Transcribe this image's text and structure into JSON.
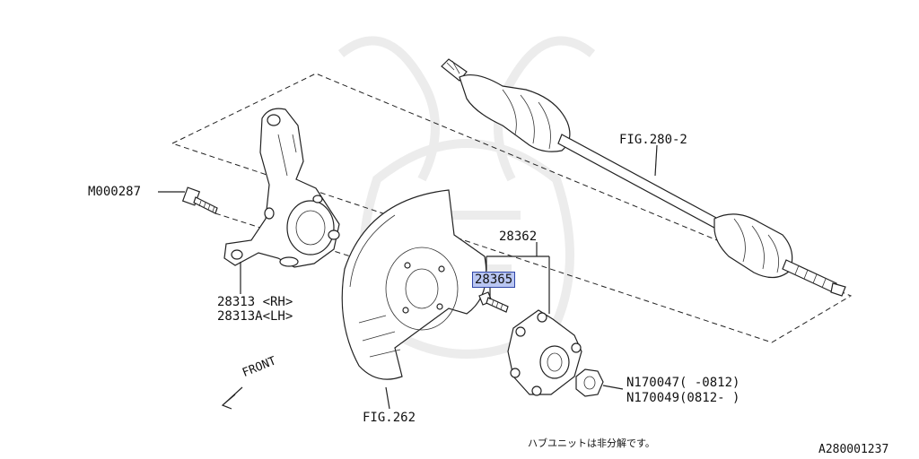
{
  "diagram": {
    "parts": {
      "bolt_m000287": "M000287",
      "knuckle_rh": "28313 <RH>",
      "knuckle_lh": "28313A<LH>",
      "hub_unit": "28362",
      "hub_bolt": "28365",
      "axle_shaft_ref": "FIG.280-2",
      "backing_plate_ref": "FIG.262",
      "nut_a": "N170047( -0812)",
      "nut_b": "N170049(0812- )"
    },
    "direction_label": "FRONT",
    "note_text": "ハブユニットは非分解です。",
    "diagram_id": "A280001237",
    "highlight_color": "#b9c6f2"
  }
}
